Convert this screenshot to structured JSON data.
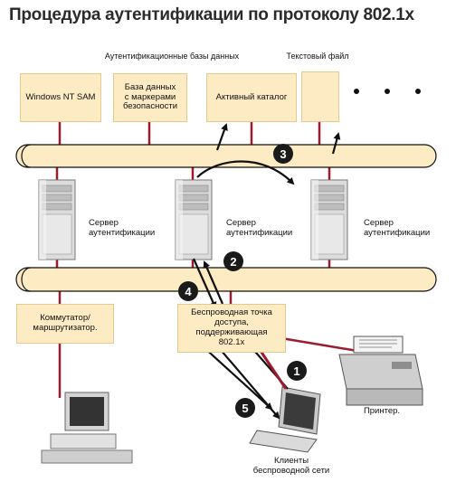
{
  "title": "Процедура аутентификации по протоколу 802.1x",
  "labels": {
    "auth_db": "Аутентификационные базы данных",
    "text_file": "Текстовый файл",
    "server": "Сервер\nаутентификации",
    "printer": "Принтер.",
    "clients": "Клиенты\nбеспроводной сети"
  },
  "boxes": {
    "nt_sam": "Windows NT SAM",
    "token_db": "База данных\nс маркерами\nбезопасности",
    "active_dir": "Активный каталог",
    "switch": "Коммутатор/\nмаршрутизатор.",
    "access_point": "Беспроводная точка\nдоступа,\nподдерживающая\n802.1x"
  },
  "ellipsis": "• • •",
  "steps": [
    "1",
    "2",
    "3",
    "4",
    "5"
  ],
  "colors": {
    "cable": "#9b1c2c",
    "box_fill": "#fdebc4",
    "bus_fill": "#fdebc4",
    "marker": "#1a1a1a",
    "arrow": "#111111"
  },
  "icons": {
    "server": "server-tower-icon",
    "computer": "desktop-computer-icon",
    "printer": "printer-icon",
    "laptop": "laptop-icon",
    "document": "text-document-icon"
  }
}
